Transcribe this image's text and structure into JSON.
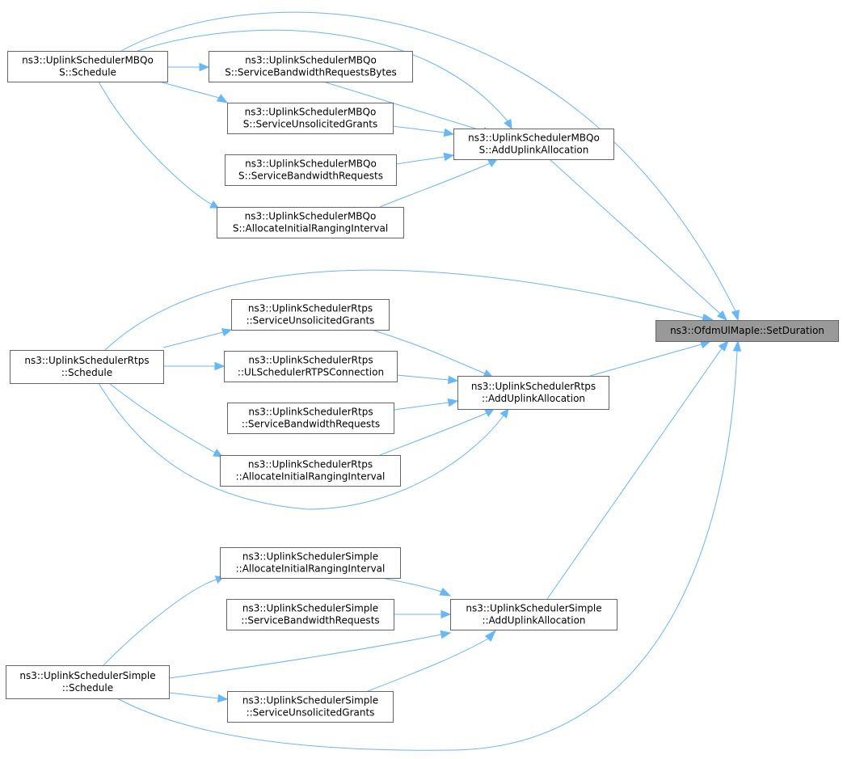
{
  "diagram": {
    "colors": {
      "edge": "#63b8ff",
      "node_border": "#666666",
      "focus_fill": "#999999",
      "node_fill": "#ffffff"
    },
    "nodes": {
      "target": {
        "lines": [
          "ns3::OfdmUlMapIe::SetDuration"
        ]
      },
      "mbqos_sched": {
        "lines": [
          "ns3::UplinkSchedulerMBQo",
          "S::Schedule"
        ]
      },
      "mbqos_sbrb": {
        "lines": [
          "ns3::UplinkSchedulerMBQo",
          "S::ServiceBandwidthRequestsBytes"
        ]
      },
      "mbqos_sug": {
        "lines": [
          "ns3::UplinkSchedulerMBQo",
          "S::ServiceUnsolicitedGrants"
        ]
      },
      "mbqos_sbr": {
        "lines": [
          "ns3::UplinkSchedulerMBQo",
          "S::ServiceBandwidthRequests"
        ]
      },
      "mbqos_airi": {
        "lines": [
          "ns3::UplinkSchedulerMBQo",
          "S::AllocateInitialRangingInterval"
        ]
      },
      "mbqos_aua": {
        "lines": [
          "ns3::UplinkSchedulerMBQo",
          "S::AddUplinkAllocation"
        ]
      },
      "rtps_sched": {
        "lines": [
          "ns3::UplinkSchedulerRtps",
          "::Schedule"
        ]
      },
      "rtps_sug": {
        "lines": [
          "ns3::UplinkSchedulerRtps",
          "::ServiceUnsolicitedGrants"
        ]
      },
      "rtps_ulc": {
        "lines": [
          "ns3::UplinkSchedulerRtps",
          "::ULSchedulerRTPSConnection"
        ]
      },
      "rtps_sbr": {
        "lines": [
          "ns3::UplinkSchedulerRtps",
          "::ServiceBandwidthRequests"
        ]
      },
      "rtps_airi": {
        "lines": [
          "ns3::UplinkSchedulerRtps",
          "::AllocateInitialRangingInterval"
        ]
      },
      "rtps_aua": {
        "lines": [
          "ns3::UplinkSchedulerRtps",
          "::AddUplinkAllocation"
        ]
      },
      "simple_airi": {
        "lines": [
          "ns3::UplinkSchedulerSimple",
          "::AllocateInitialRangingInterval"
        ]
      },
      "simple_sbr": {
        "lines": [
          "ns3::UplinkSchedulerSimple",
          "::ServiceBandwidthRequests"
        ]
      },
      "simple_aua": {
        "lines": [
          "ns3::UplinkSchedulerSimple",
          "::AddUplinkAllocation"
        ]
      },
      "simple_sched": {
        "lines": [
          "ns3::UplinkSchedulerSimple",
          "::Schedule"
        ]
      },
      "simple_sug": {
        "lines": [
          "ns3::UplinkSchedulerSimple",
          "::ServiceUnsolicitedGrants"
        ]
      }
    },
    "edges": [
      [
        "mbqos_sched",
        "target"
      ],
      [
        "mbqos_sched",
        "mbqos_sbrb"
      ],
      [
        "mbqos_sched",
        "mbqos_sug"
      ],
      [
        "mbqos_sched",
        "mbqos_airi"
      ],
      [
        "mbqos_sched",
        "mbqos_aua"
      ],
      [
        "mbqos_sbrb",
        "mbqos_aua"
      ],
      [
        "mbqos_sug",
        "mbqos_aua"
      ],
      [
        "mbqos_sbr",
        "mbqos_aua"
      ],
      [
        "mbqos_airi",
        "mbqos_aua"
      ],
      [
        "mbqos_aua",
        "target"
      ],
      [
        "rtps_sched",
        "target"
      ],
      [
        "rtps_sched",
        "rtps_sug"
      ],
      [
        "rtps_sched",
        "rtps_ulc"
      ],
      [
        "rtps_sched",
        "rtps_airi"
      ],
      [
        "rtps_sched",
        "rtps_aua"
      ],
      [
        "rtps_sug",
        "rtps_aua"
      ],
      [
        "rtps_ulc",
        "rtps_aua"
      ],
      [
        "rtps_sbr",
        "rtps_aua"
      ],
      [
        "rtps_airi",
        "rtps_aua"
      ],
      [
        "rtps_aua",
        "target"
      ],
      [
        "simple_airi",
        "simple_aua"
      ],
      [
        "simple_sbr",
        "simple_aua"
      ],
      [
        "simple_sched",
        "simple_airi"
      ],
      [
        "simple_sched",
        "simple_aua"
      ],
      [
        "simple_sched",
        "simple_sug"
      ],
      [
        "simple_sched",
        "target"
      ],
      [
        "simple_sug",
        "simple_aua"
      ],
      [
        "simple_aua",
        "target"
      ]
    ]
  }
}
